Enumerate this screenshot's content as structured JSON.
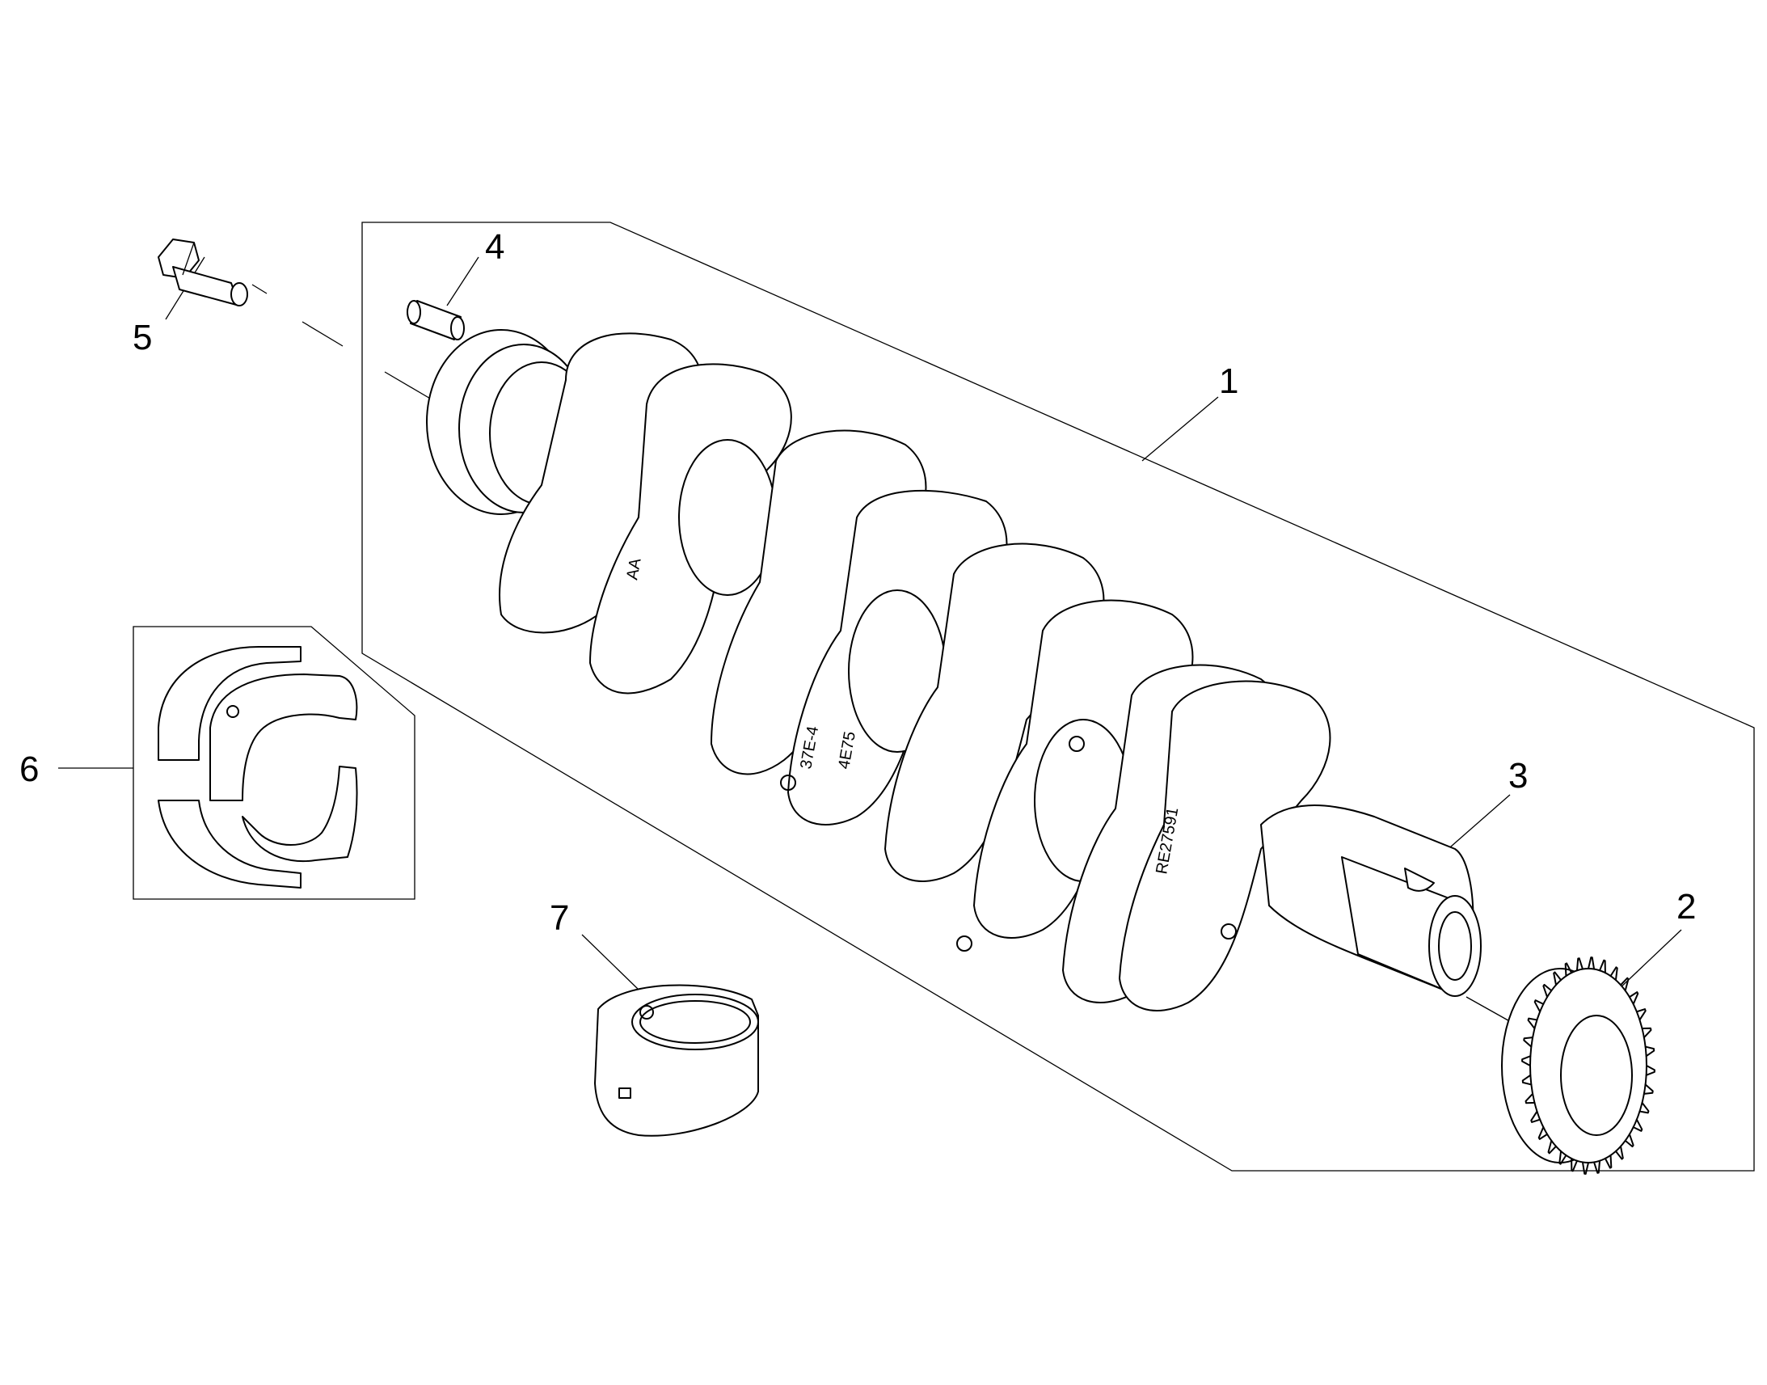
{
  "callouts": {
    "c1": "1",
    "c2": "2",
    "c3": "3",
    "c4": "4",
    "c5": "5",
    "c6": "6",
    "c7": "7"
  },
  "stamps": {
    "s1": "AA",
    "s2": "37E-4",
    "s3": "4E75",
    "s4": "RE27591"
  }
}
